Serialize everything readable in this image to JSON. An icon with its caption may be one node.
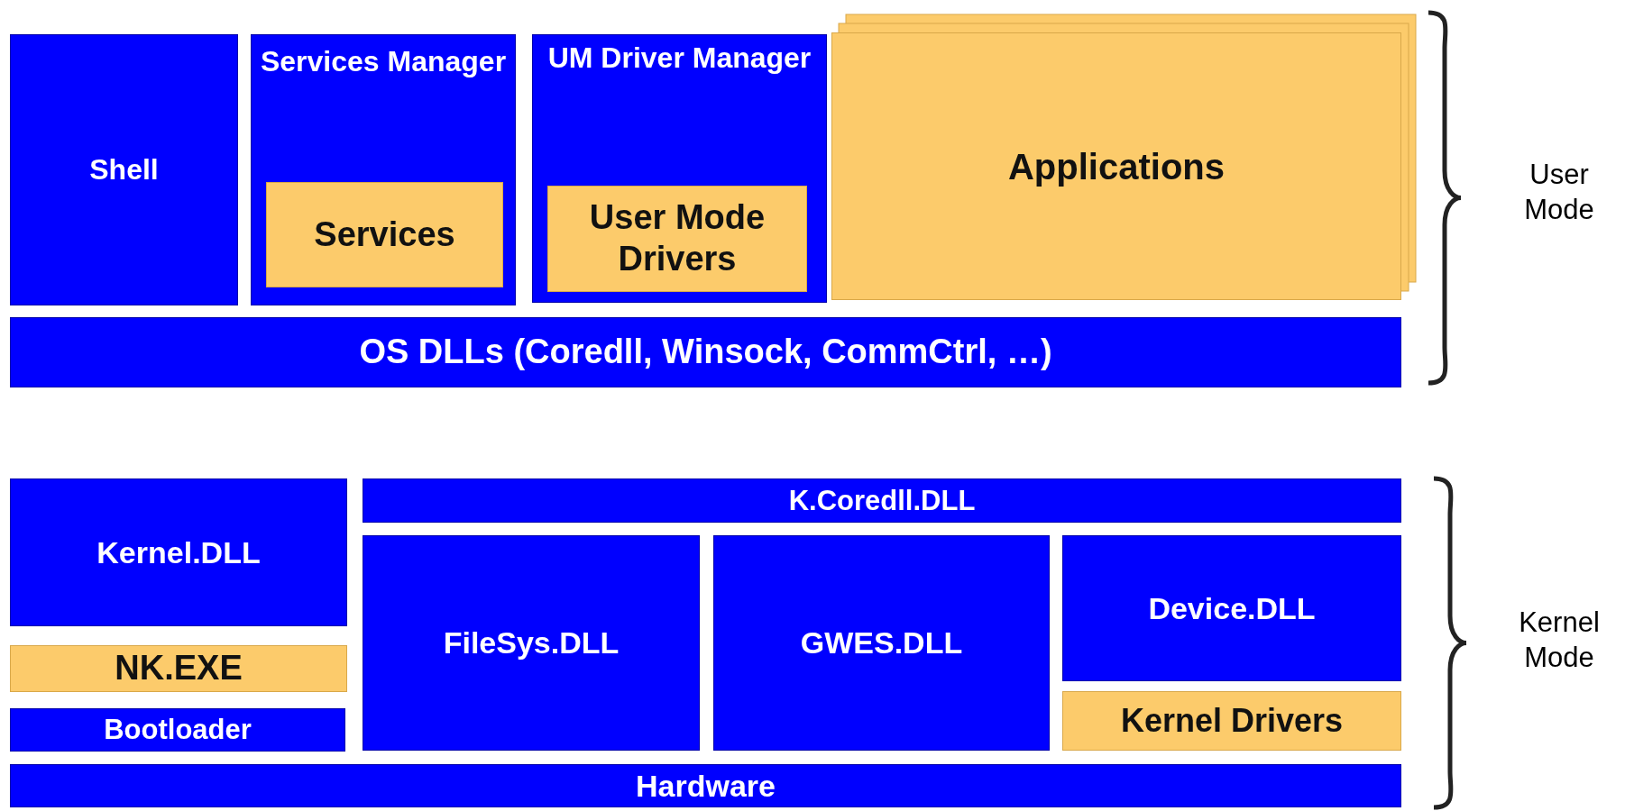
{
  "diagram": {
    "nodes": [
      {
        "text": [
          "Shell"
        ]
      },
      {
        "text": [
          "Services Manager"
        ]
      },
      {
        "text": [
          "Services"
        ],
        "in": 1
      },
      {
        "text": [
          "UM Driver Manager"
        ]
      },
      {
        "text": [
          "User Mode Drivers"
        ],
        "in": 3
      },
      {
        "text": [
          "Applications"
        ]
      },
      {
        "text": [
          "OS DLLs (Coredll, Winsock, CommCtrl, …)"
        ]
      },
      {
        "text": [
          "Kernel.DLL"
        ]
      },
      {
        "text": [
          "K.Coredll.DLL"
        ]
      },
      {
        "text": [
          "FileSys.DLL"
        ]
      },
      {
        "text": [
          "GWES.DLL"
        ]
      },
      {
        "text": [
          "Device.DLL"
        ]
      },
      {
        "text": [
          "NK.EXE"
        ]
      },
      {
        "text": [
          "Kernel Drivers"
        ]
      },
      {
        "text": [
          "Bootloader"
        ]
      },
      {
        "text": [
          "Hardware"
        ]
      }
    ],
    "labels": [
      "User Mode",
      "Kernel Mode"
    ]
  }
}
